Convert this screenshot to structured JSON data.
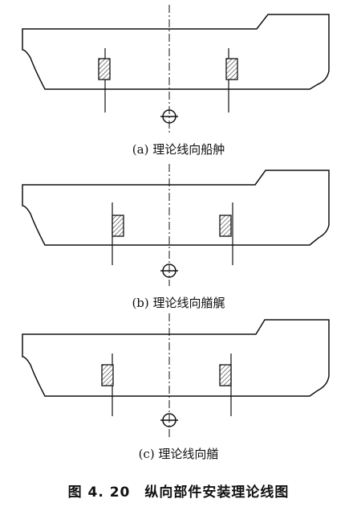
{
  "figure": {
    "title": "图 4. 20　纵向部件安装理论线图",
    "panels": [
      {
        "id": "a",
        "caption": "(a) 理论线向船舯"
      },
      {
        "id": "b",
        "caption": "(b) 理论线向艏艉"
      },
      {
        "id": "c",
        "caption": "(c) 理论线向艏"
      }
    ]
  },
  "colors": {
    "line": "#111111",
    "hatch": "#333333",
    "background": "#ffffff"
  }
}
